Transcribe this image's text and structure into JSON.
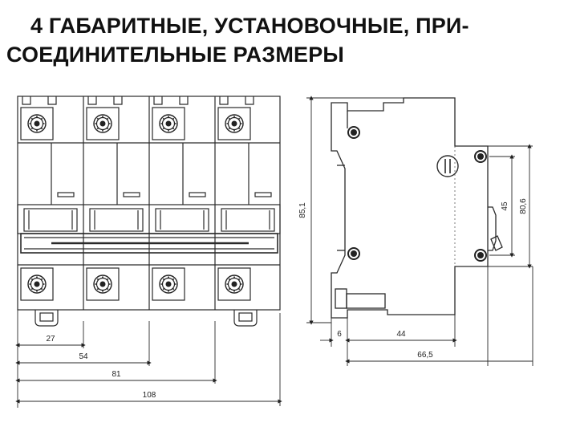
{
  "heading": {
    "line1": "4 ГАБАРИТНЫЕ,  УСТАНОВОЧНЫЕ,  ПРИ-",
    "line2": "СОЕДИНИТЕЛЬНЫЕ РАЗМЕРЫ"
  },
  "front_view": {
    "dimensions": [
      "27",
      "54",
      "81",
      "108"
    ]
  },
  "side_view": {
    "height_dimension": "85,1",
    "width_dimensions": [
      "6",
      "44",
      "66,5"
    ],
    "right_dimensions": [
      "45",
      "80,6"
    ]
  },
  "colors": {
    "line": "#2a2a2a",
    "background": "#ffffff"
  }
}
